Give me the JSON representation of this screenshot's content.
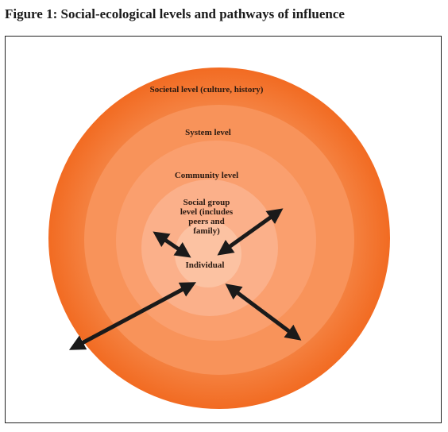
{
  "figure": {
    "title": "Figure 1: Social-ecological levels and pathways of influence"
  },
  "levels": {
    "societal": "Societal level (culture, history)",
    "system": "System level",
    "community": "Community level",
    "social_group": [
      "Social group",
      "level (includes",
      "peers and",
      "family)"
    ],
    "individual": "Individual"
  },
  "colors": {
    "ring_societal": "#f47a3a",
    "ring_system": "#f78b52",
    "ring_community": "#f99d6b",
    "ring_social_group": "#fbb18a",
    "core_individual": "#fcc3a3",
    "arrow": "#1a1a1a"
  }
}
